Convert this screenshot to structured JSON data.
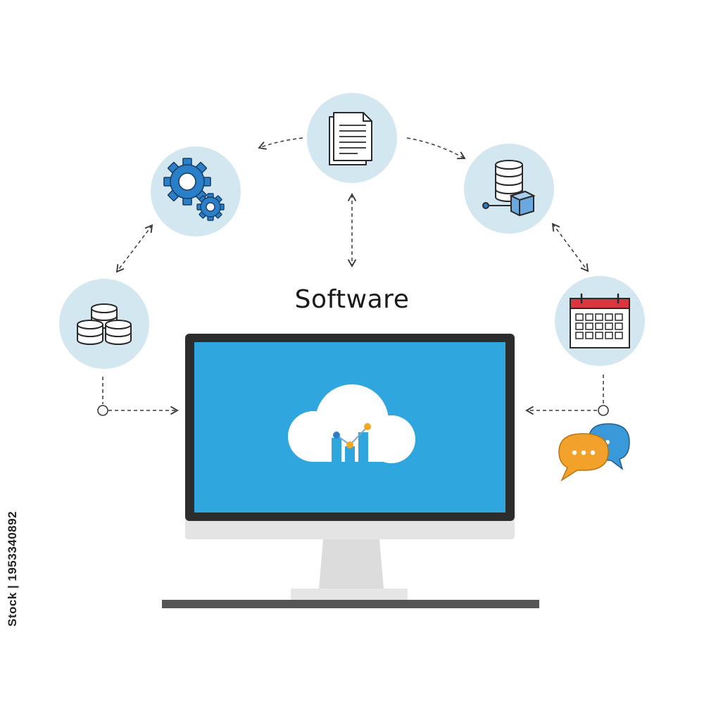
{
  "title": "Software",
  "side_text": "Stock | 1953340892",
  "colors": {
    "circle_fill": "#d3e7f0",
    "screen": "#30a6df",
    "icon_blue": "#2a7fc9",
    "bezel": "#2c2c2c",
    "stand": "#dcdcdc",
    "base": "#555555",
    "speech_orange": "#f2a12a",
    "speech_blue": "#3a9ad9",
    "calendar_red": "#d9363e",
    "graph_orange": "#f5a623"
  },
  "nodes": [
    {
      "id": "databases",
      "icon": "database-stack-icon"
    },
    {
      "id": "settings",
      "icon": "gears-icon"
    },
    {
      "id": "documents",
      "icon": "document-icon"
    },
    {
      "id": "server",
      "icon": "server-box-icon"
    },
    {
      "id": "calendar",
      "icon": "calendar-icon"
    },
    {
      "id": "chat",
      "icon": "speech-bubbles-icon"
    }
  ],
  "monitor": {
    "screen_icon": "cloud-analytics-icon"
  }
}
